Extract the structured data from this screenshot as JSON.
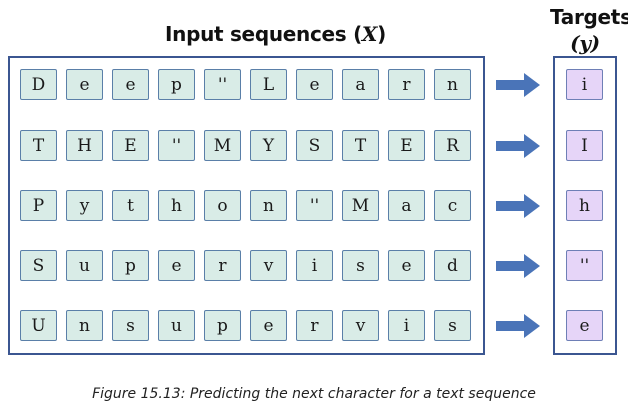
{
  "header": {
    "input_label": "Input sequences (",
    "input_var": "X",
    "input_close": ")",
    "targets_label": "Targets",
    "targets_var": "(y)"
  },
  "rows": [
    {
      "input": [
        "D",
        "e",
        "e",
        "p",
        "''",
        "L",
        "e",
        "a",
        "r",
        "n"
      ],
      "target": "i"
    },
    {
      "input": [
        "T",
        "H",
        "E",
        "''",
        "M",
        "Y",
        "S",
        "T",
        "E",
        "R"
      ],
      "target": "I"
    },
    {
      "input": [
        "P",
        "y",
        "t",
        "h",
        "o",
        "n",
        "''",
        "M",
        "a",
        "c"
      ],
      "target": "h"
    },
    {
      "input": [
        "S",
        "u",
        "p",
        "e",
        "r",
        "v",
        "i",
        "s",
        "e",
        "d"
      ],
      "target": "''"
    },
    {
      "input": [
        "U",
        "n",
        "s",
        "u",
        "p",
        "e",
        "r",
        "v",
        "i",
        "s"
      ],
      "target": "e"
    }
  ],
  "colors": {
    "cell_fill": "#d9ece7",
    "target_fill": "#e6d5f8",
    "frame": "#3b5691",
    "arrow": "#4a74b8"
  },
  "caption": "Figure 15.13: Predicting the next character for a text sequence"
}
